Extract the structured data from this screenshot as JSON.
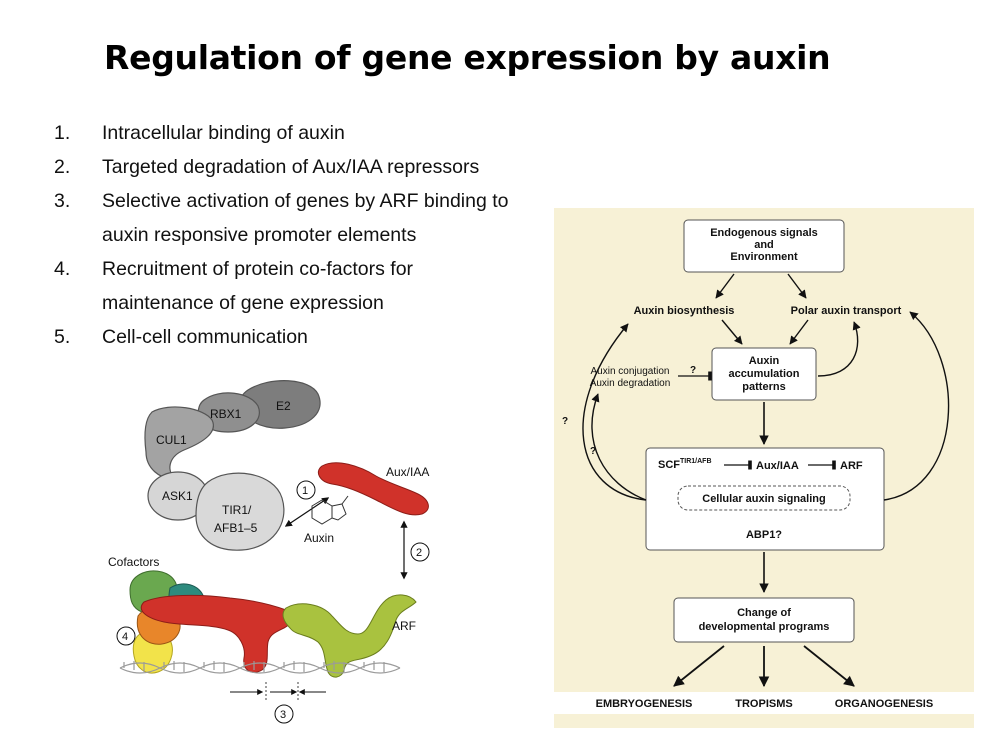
{
  "title": "Regulation of gene expression by auxin",
  "list": [
    {
      "num": "1.",
      "text": "Intracellular binding of auxin"
    },
    {
      "num": "2.",
      "text": "Targeted degradation of Aux/IAA repressors"
    },
    {
      "num": "3.",
      "text": "Selective activation of genes by ARF binding to auxin responsive promoter elements"
    },
    {
      "num": "4.",
      "text": "Recruitment of protein co-factors for maintenance of gene expression"
    },
    {
      "num": "5.",
      "text": "Cell-cell communication"
    }
  ],
  "molecular_figure": {
    "rbx1": "RBX1",
    "e2": "E2",
    "cul1": "CUL1",
    "ask1": "ASK1",
    "tir1_line1": "TIR1/",
    "tir1_line2": "AFB1–5",
    "auxin": "Auxin",
    "aux_iaa": "Aux/IAA",
    "cofactors": "Cofactors",
    "arf": "ARF",
    "step1": "1",
    "step2": "2",
    "step3": "3",
    "step4": "4"
  },
  "flow_diagram": {
    "env_line1": "Endogenous signals",
    "env_line2": "and",
    "env_line3": "Environment",
    "biosynthesis": "Auxin biosynthesis",
    "polar_transport": "Polar auxin transport",
    "conjugation": "Auxin conjugation",
    "degradation": "Auxin degradation",
    "question": "?",
    "accum_line1": "Auxin",
    "accum_line2": "accumulation",
    "accum_line3": "patterns",
    "scf": "SCF",
    "scf_sup": "TIR1/AFB",
    "aux_iaa": "Aux/IAA",
    "arf": "ARF",
    "cellular_signaling": "Cellular auxin signaling",
    "abp1": "ABP1?",
    "change_line1": "Change of",
    "change_line2": "developmental programs",
    "outcomes": [
      "EMBRYOGENESIS",
      "TROPISMS",
      "ORGANOGENESIS"
    ]
  },
  "colors": {
    "diagram_bg": "#f7f1d6",
    "aux_iaa_red": "#d0322a",
    "arf_green": "#a9c23f",
    "cofactor_green": "#6aa84f",
    "cofactor_teal": "#2e8b7e",
    "cofactor_orange": "#e8862a",
    "cofactor_yellow": "#f2e34a",
    "dark_gray": "#8a8a8a",
    "light_gray": "#d6d6d6"
  }
}
